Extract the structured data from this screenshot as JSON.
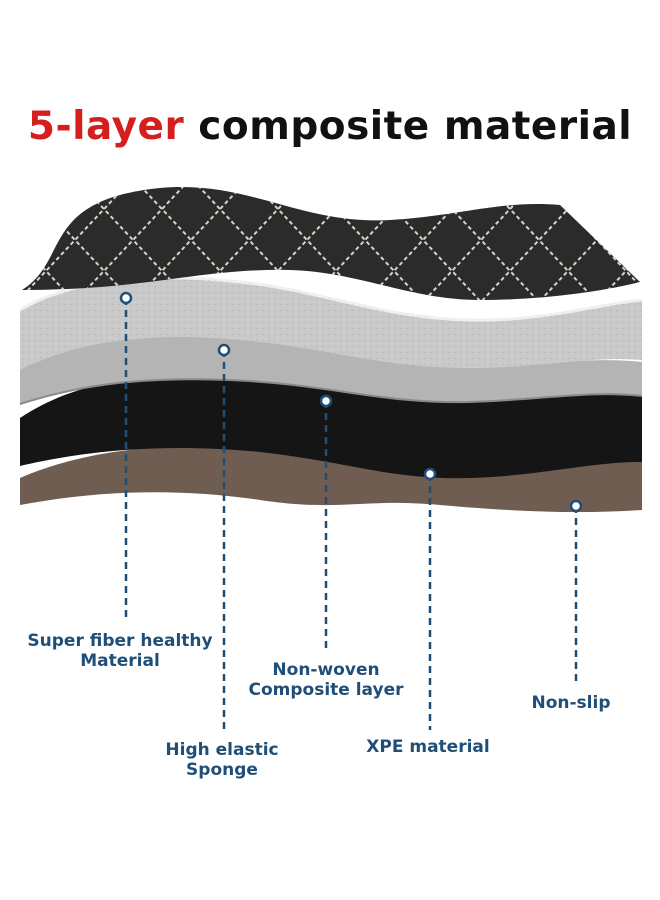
{
  "title": {
    "accent": "5-layer",
    "rest": " composite material",
    "accent_color": "#d51f1f"
  },
  "colors": {
    "leather": "#2b2b2b",
    "stitch": "#d9d3c4",
    "sponge": "#c9c9c9",
    "nonwoven": "#b4b4b4",
    "xpe": "#151515",
    "nonslip": "#6e5d50",
    "label": "#1f4f78"
  },
  "layers": [
    {
      "id": "super-fiber",
      "line1": "Super fiber healthy",
      "line2": "Material"
    },
    {
      "id": "sponge",
      "line1": "High elastic",
      "line2": "Sponge"
    },
    {
      "id": "non-woven",
      "line1": "Non-woven",
      "line2": "Composite layer"
    },
    {
      "id": "xpe",
      "line1": "XPE material",
      "line2": ""
    },
    {
      "id": "non-slip",
      "line1": "Non-slip",
      "line2": ""
    }
  ]
}
